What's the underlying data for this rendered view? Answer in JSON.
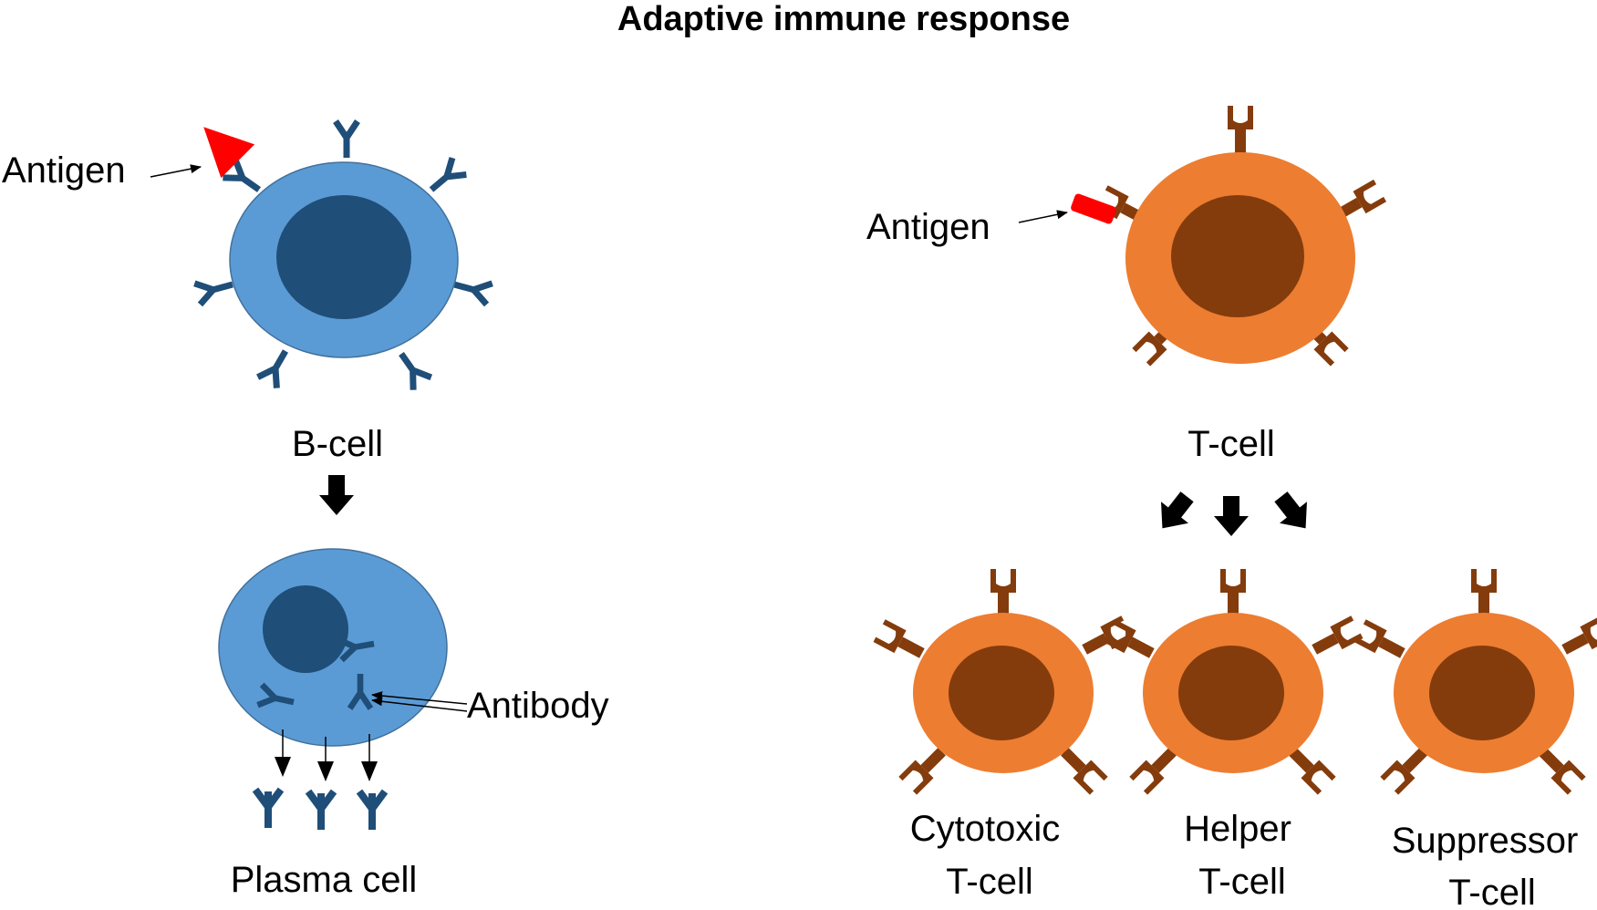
{
  "title": "Adaptive immune response",
  "colors": {
    "bcell_outer": "#5b9bd5",
    "bcell_nucleus": "#1f4e79",
    "tcell_outer": "#ed7d31",
    "tcell_nucleus": "#843c0c",
    "receptor_t": "#843c0c",
    "antigen": "#ff0000",
    "arrow": "#000000"
  },
  "labels": {
    "antigen_b": "Antigen",
    "antigen_t": "Antigen",
    "bcell": "B-cell",
    "tcell": "T-cell",
    "antibody": "Antibody",
    "plasma_cell": "Plasma cell",
    "cytotoxic_line1": "Cytotoxic",
    "cytotoxic_line2": "T-cell",
    "helper_line1": "Helper",
    "helper_line2": "T-cell",
    "suppressor_line1": "Suppressor",
    "suppressor_line2": "T-cell"
  },
  "icons": {
    "antibody": "y-shaped-antibody-icon",
    "tcell_receptor": "cup-shaped-receptor-icon",
    "antigen_b": "red-triangle-icon",
    "antigen_t": "red-rectangle-icon"
  }
}
